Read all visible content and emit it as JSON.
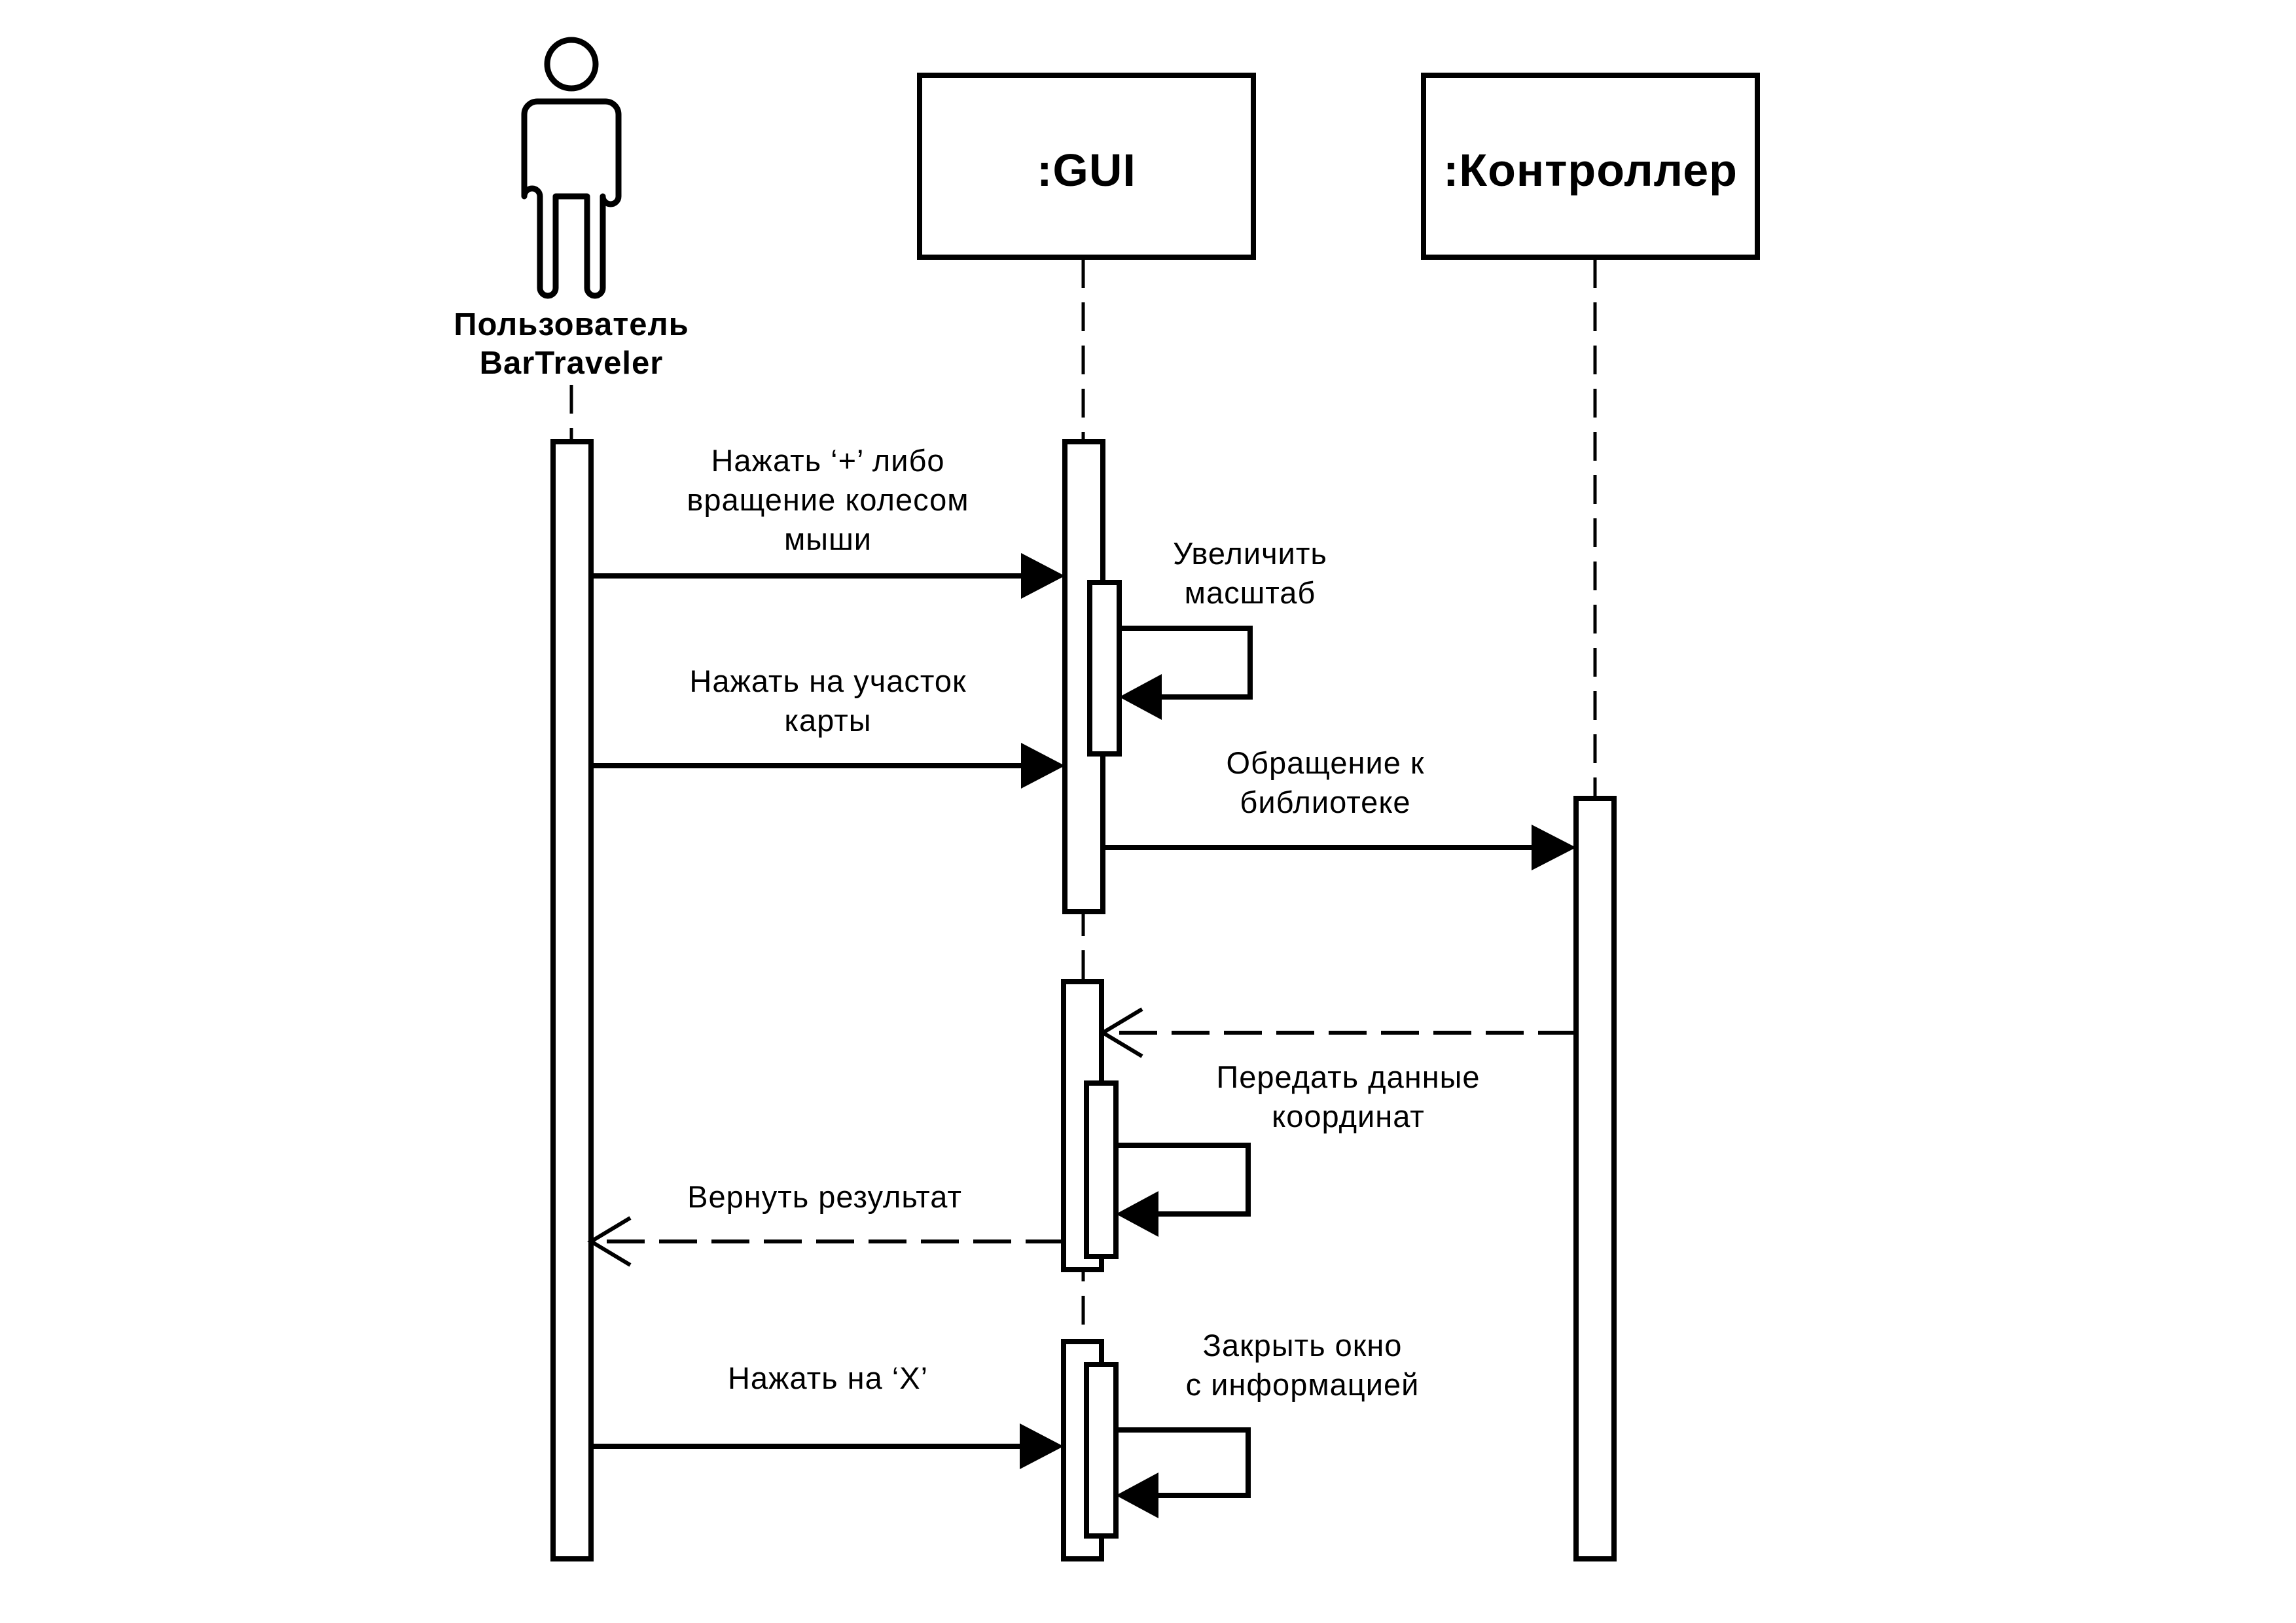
{
  "actor": {
    "name_line1": "Пользователь",
    "name_line2": "BarTraveler"
  },
  "lifelines": {
    "gui": ":GUI",
    "controller": ":Контроллер"
  },
  "messages": {
    "zoom": {
      "line1": "Нажать ‘+’ либо",
      "line2": "вращение колесом",
      "line3": "мыши"
    },
    "increase_scale": {
      "line1": "Увеличить",
      "line2": "масштаб"
    },
    "click_map": {
      "line1": "Нажать на участок",
      "line2": "карты"
    },
    "library_call": {
      "line1": "Обращение к",
      "line2": "библиотеке"
    },
    "pass_coords": {
      "line1": "Передать данные",
      "line2": "координат"
    },
    "return_result": {
      "line1": "Вернуть результат"
    },
    "click_x": {
      "line1": "Нажать на ‘X’"
    },
    "close_window": {
      "line1": "Закрыть окно",
      "line2": "с информацией"
    }
  }
}
